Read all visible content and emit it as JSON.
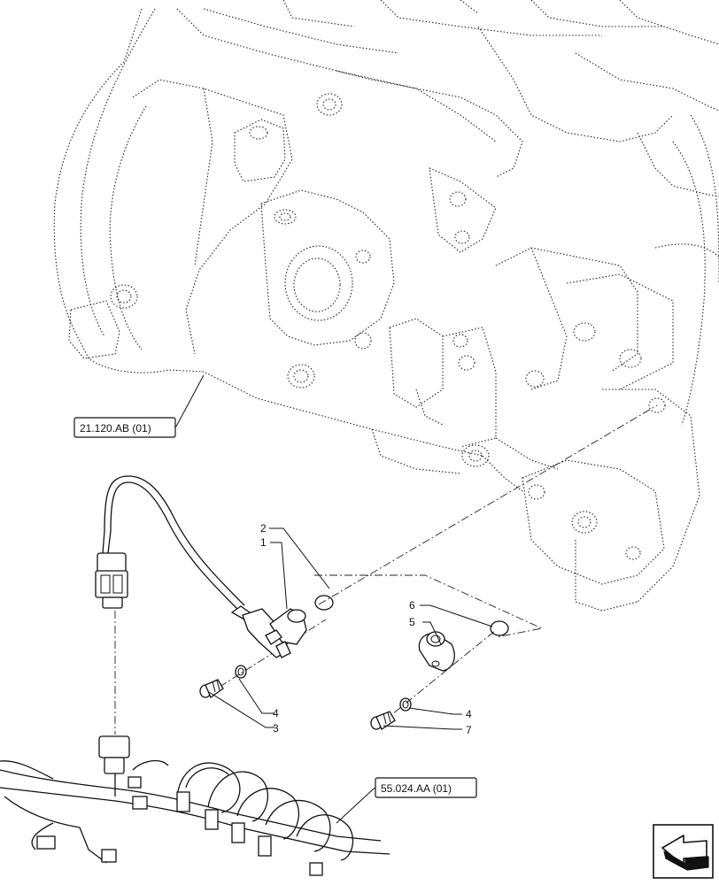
{
  "references": [
    {
      "id": "ref-housing",
      "label": "21.120.AB (01)"
    },
    {
      "id": "ref-harness",
      "label": "55.024.AA (01)"
    }
  ],
  "callouts": {
    "c1": "1",
    "c2": "2",
    "c3": "3",
    "c4a": "4",
    "c4b": "4",
    "c5": "5",
    "c6": "6",
    "c7": "7"
  },
  "icons": {
    "nav": "arrow-icon"
  }
}
